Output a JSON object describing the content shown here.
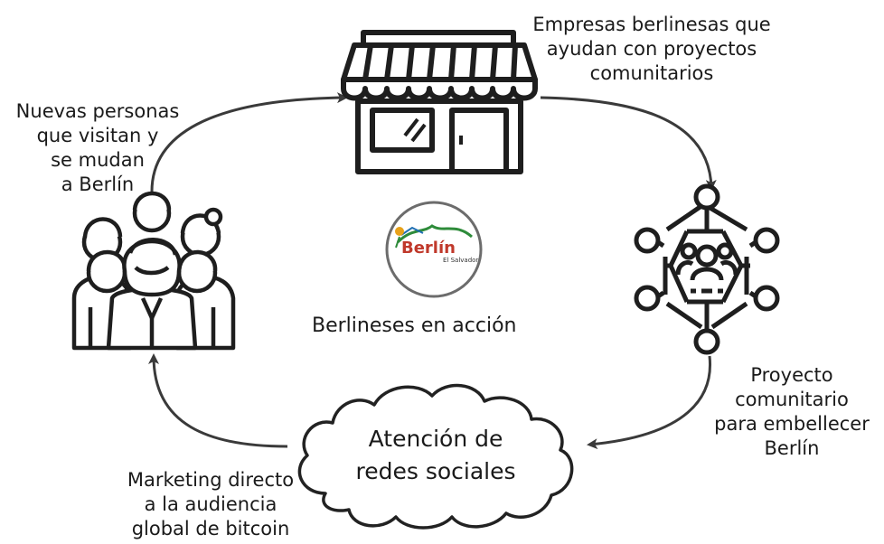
{
  "title": "Berlineses en acción",
  "logo": {
    "text": "Berlín",
    "subtext": "El Salvador",
    "ring_color": "#6c6c6c",
    "accent_colors": [
      "#e8a21a",
      "#c0392b",
      "#7a3b7c",
      "#1f6fb2",
      "#2e8b3a"
    ]
  },
  "nodes": {
    "businesses": {
      "icon": "storefront-icon",
      "lines": [
        "Empresas berlinesas que",
        "ayudan con proyectos",
        "comunitarios"
      ]
    },
    "project": {
      "icon": "community-network-icon",
      "lines": [
        "Proyecto",
        "comunitario",
        "para embellecer",
        "Berlín"
      ]
    },
    "social": {
      "icon": "cloud-icon",
      "lines": [
        "Atención de",
        "redes sociales"
      ]
    },
    "people": {
      "icon": "crowd-icon",
      "lines": [
        "Nuevas personas",
        "que visitan y",
        "se mudan",
        "a Berlín"
      ]
    }
  },
  "edges": {
    "marketing": [
      "Marketing directo",
      "a la audiencia",
      "global de bitcoin"
    ]
  },
  "colors": {
    "stroke": "#2b2b2b",
    "text": "#1a1a1a",
    "background": "#ffffff"
  }
}
